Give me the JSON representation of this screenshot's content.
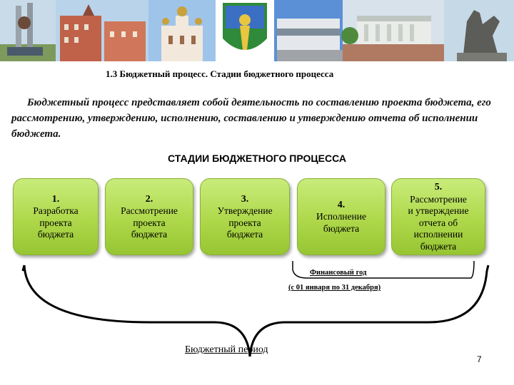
{
  "slide": {
    "subtitle": "1.3 Бюджетный процесс. Стадии бюджетного процесса",
    "intro": "Бюджетный процесс представляет собой деятельность по составлению проекта бюджета, его рассмотрению, утверждению, исполнению, составлению и утверждению отчета об исполнении бюджета.",
    "stages_title": "СТАДИИ БЮДЖЕТНОГО ПРОЦЕССА",
    "stages": [
      {
        "num": "1.",
        "text": "Разработка\nпроекта\nбюджета"
      },
      {
        "num": "2.",
        "text": "Рассмотрение\nпроекта\nбюджета"
      },
      {
        "num": "3.",
        "text": "Утверждение\nпроекта\nбюджета"
      },
      {
        "num": "4.",
        "text": "Исполнение\nбюджета"
      },
      {
        "num": "5.",
        "text": "Рассмотрение\nи утверждение\nотчета об\nисполнении\nбюджета"
      }
    ],
    "fiscal_year": "Финансовый год",
    "fiscal_range": "(с 01 января по 31 декабря)",
    "budget_period": "Бюджетный период",
    "page_number": "7"
  }
}
